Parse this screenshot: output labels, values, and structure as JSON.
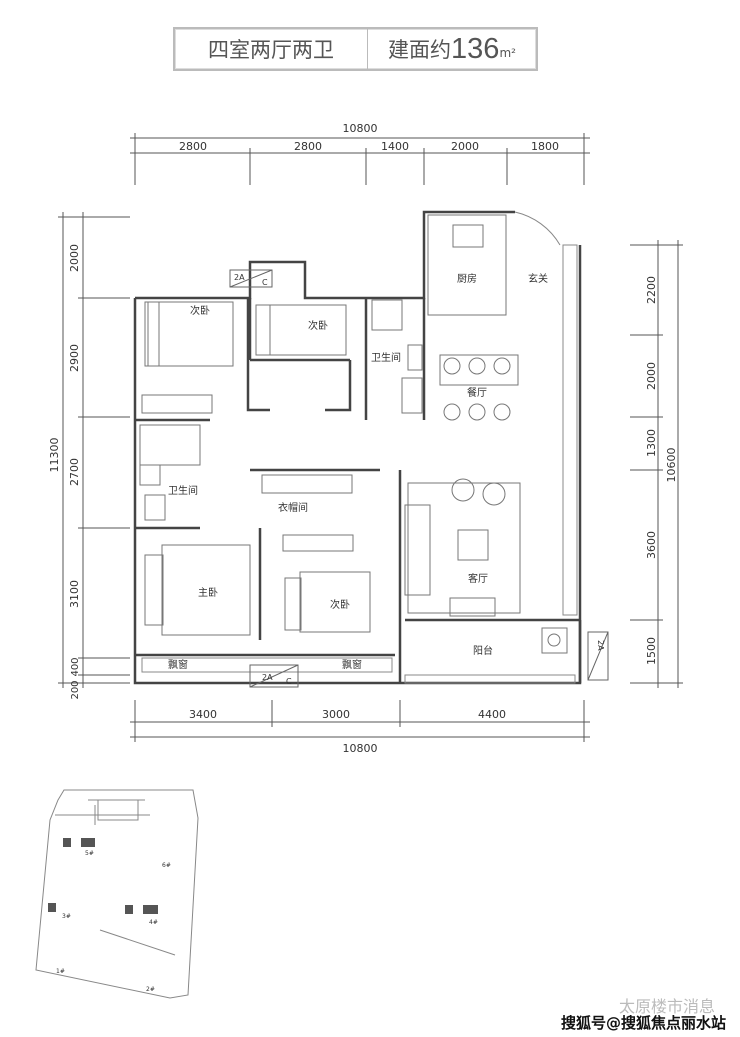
{
  "header": {
    "layout": "四室两厅两卫",
    "area_prefix": "建面约",
    "area_value": "136",
    "area_unit": "m²"
  },
  "dimensions": {
    "top_total": "10800",
    "top": [
      "2800",
      "2800",
      "1400",
      "2000",
      "1800"
    ],
    "bottom_total": "10800",
    "bottom": [
      "3400",
      "3000",
      "4400"
    ],
    "left_total": "11300",
    "left": [
      "2000",
      "2900",
      "2700",
      "3100",
      "400",
      "200"
    ],
    "right_total": "10600",
    "right": [
      "2200",
      "2000",
      "1300",
      "3600",
      "1500"
    ]
  },
  "rooms": {
    "bedroom_a": "次卧",
    "bedroom_b": "次卧",
    "bath_a": "卫生间",
    "kitchen": "厨房",
    "foyer": "玄关",
    "dining": "餐厅",
    "bath_b": "卫生间",
    "cloakroom": "衣帽间",
    "master": "主卧",
    "bedroom_c": "次卧",
    "living": "客厅",
    "balcony": "阳台",
    "bay_a": "飘窗",
    "bay_b": "飘窗"
  },
  "ac_tag": {
    "a": "2A",
    "b": "C"
  },
  "site_plan": {
    "buildings": [
      "5#",
      "6#",
      "3#",
      "4#",
      "1#",
      "2#"
    ]
  },
  "watermark": {
    "line1": "太原楼市消息",
    "line2": "搜狐号@搜狐焦点丽水站"
  }
}
